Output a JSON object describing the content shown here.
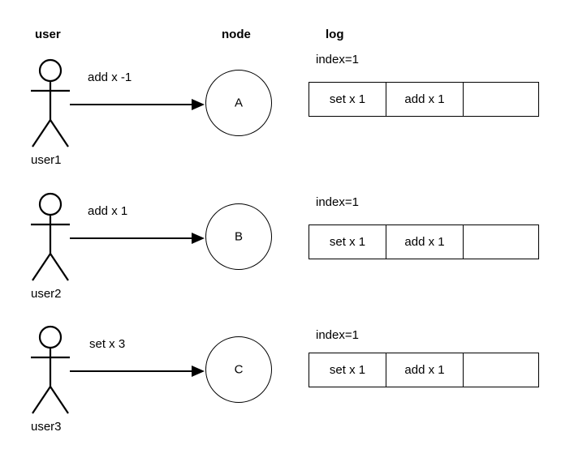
{
  "diagram": {
    "title_columns": [
      {
        "id": "user",
        "label": "user"
      },
      {
        "id": "node",
        "label": "node"
      },
      {
        "id": "log",
        "label": "log"
      }
    ],
    "rows": [
      {
        "actor_label": "user1",
        "edge_label": "add x -1",
        "node_letter": "A",
        "index_label": "index=1",
        "log_cells": [
          "set x 1",
          "add x 1",
          ""
        ]
      },
      {
        "actor_label": "user2",
        "edge_label": "add x 1",
        "node_letter": "B",
        "index_label": "index=1",
        "log_cells": [
          "set x 1",
          "add x 1",
          ""
        ]
      },
      {
        "actor_label": "user3",
        "edge_label": "set x 3",
        "node_letter": "C",
        "index_label": "index=1",
        "log_cells": [
          "set x 1",
          "add x 1",
          ""
        ]
      }
    ],
    "colors": {
      "stroke": "#000000",
      "background": "#ffffff",
      "text": "#000000"
    }
  }
}
